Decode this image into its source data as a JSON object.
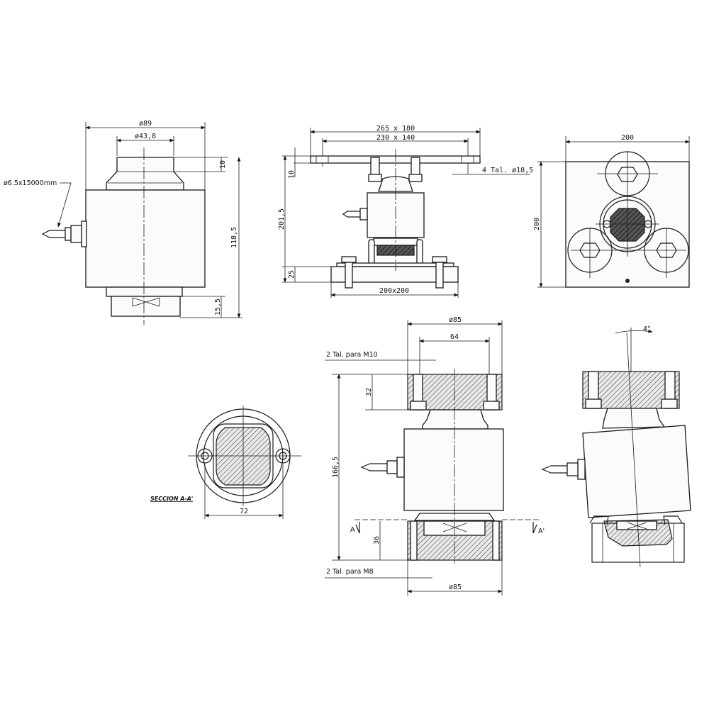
{
  "front_view": {
    "dim_outer_diameter": "ø89",
    "dim_top_diameter": "ø43,8",
    "dim_top_height": "10",
    "dim_total_height": "118,5",
    "dim_bottom_height": "15,5",
    "cable_label": "ø6.5x15000mm"
  },
  "mount_view": {
    "dim_top_plate_outer": "265 x 180",
    "dim_top_plate_holes": "230 x 140",
    "dim_plate_thickness": "10",
    "dim_total_height": "201,5",
    "dim_base_height": "25",
    "dim_base_plate": "200x200",
    "holes_label": "4 Tal. ø18,5"
  },
  "top_view": {
    "dim_width": "200",
    "dim_depth": "200"
  },
  "section_view": {
    "title": "SECCION A-A'",
    "dim_hole_spacing": "72"
  },
  "assembly_view": {
    "dim_top_diameter": "ø85",
    "dim_top_hole_spacing": "64",
    "top_holes_label": "2 Tal. para M10",
    "dim_top_block_height": "32",
    "dim_total_height": "166,5",
    "dim_bottom_block_height": "36",
    "bottom_holes_label": "2 Tal. para M8",
    "dim_bottom_diameter": "ø85",
    "section_mark_left": "A",
    "section_mark_right": "A'"
  },
  "tilted_view": {
    "tilt_angle": "4°"
  }
}
